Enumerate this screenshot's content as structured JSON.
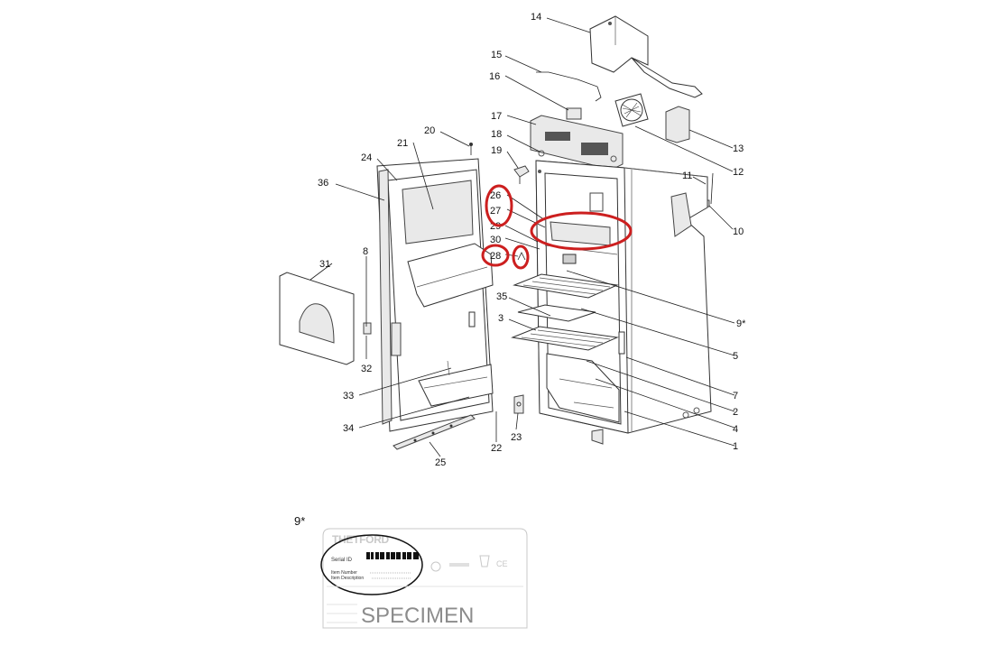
{
  "diagram": {
    "callouts": [
      "14",
      "15",
      "16",
      "17",
      "18",
      "19",
      "20",
      "21",
      "24",
      "36",
      "26",
      "27",
      "29",
      "30",
      "28",
      "8",
      "31",
      "32",
      "33",
      "34",
      "25",
      "22",
      "23",
      "35",
      "3",
      "9*",
      "5",
      "7",
      "2",
      "4",
      "1",
      "11",
      "10",
      "12",
      "13"
    ]
  },
  "label_card": {
    "heading": "9*",
    "brand": "THETFORD",
    "serial_label": "Serial ID",
    "item_number_label": "Item Number",
    "item_description_label": "Item Description",
    "watermark": "SPECIMEN",
    "ce_mark": "CE"
  },
  "colors": {
    "highlight": "#cc1f1f",
    "line": "#222222",
    "card_border": "#c8c8c8"
  }
}
